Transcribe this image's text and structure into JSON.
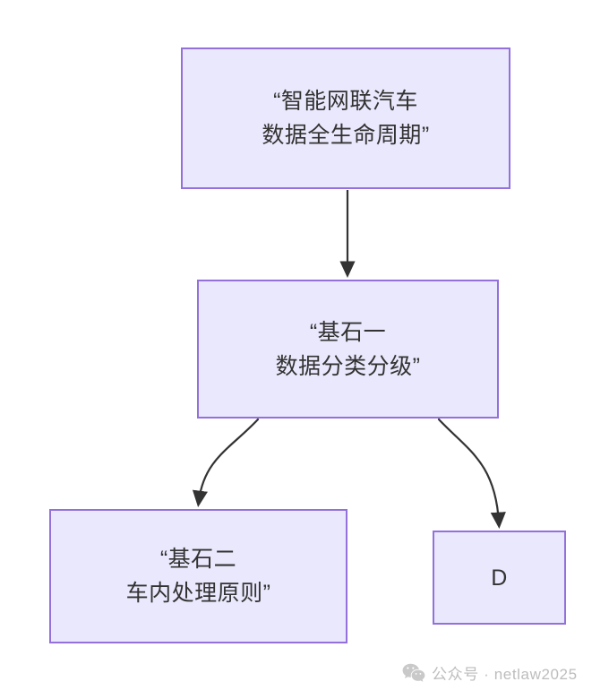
{
  "diagram": {
    "type": "flowchart",
    "direction": "top-down",
    "background_color": "#ffffff",
    "node_fill_color": "#eae8fc",
    "node_border_color": "#9370db",
    "node_text_color": "#333333",
    "edge_color": "#333333",
    "nodes": [
      {
        "id": "root",
        "label": "“智能网联汽车\n数据全生命周期”",
        "lines": [
          "“智能网联汽车",
          "数据全生命周期”"
        ]
      },
      {
        "id": "pillar_one",
        "label": "“基石一\n数据分类分级”",
        "lines": [
          "“基石一",
          "数据分类分级”"
        ]
      },
      {
        "id": "pillar_two",
        "label": "“基石二\n车内处理原则”",
        "lines": [
          "“基石二",
          "车内处理原则”"
        ]
      },
      {
        "id": "d",
        "label": "D",
        "lines": [
          "D"
        ]
      }
    ],
    "edges": [
      {
        "from": "root",
        "to": "pillar_one",
        "style": "straight",
        "arrow": "solid-triangle"
      },
      {
        "from": "pillar_one",
        "to": "pillar_two",
        "style": "curved",
        "arrow": "solid-triangle"
      },
      {
        "from": "pillar_one",
        "to": "d",
        "style": "curved",
        "arrow": "solid-triangle"
      }
    ]
  },
  "watermark": {
    "icon": "wechat-icon",
    "text": "公众号 · netlaw2025",
    "color": "#bdbdbd"
  }
}
